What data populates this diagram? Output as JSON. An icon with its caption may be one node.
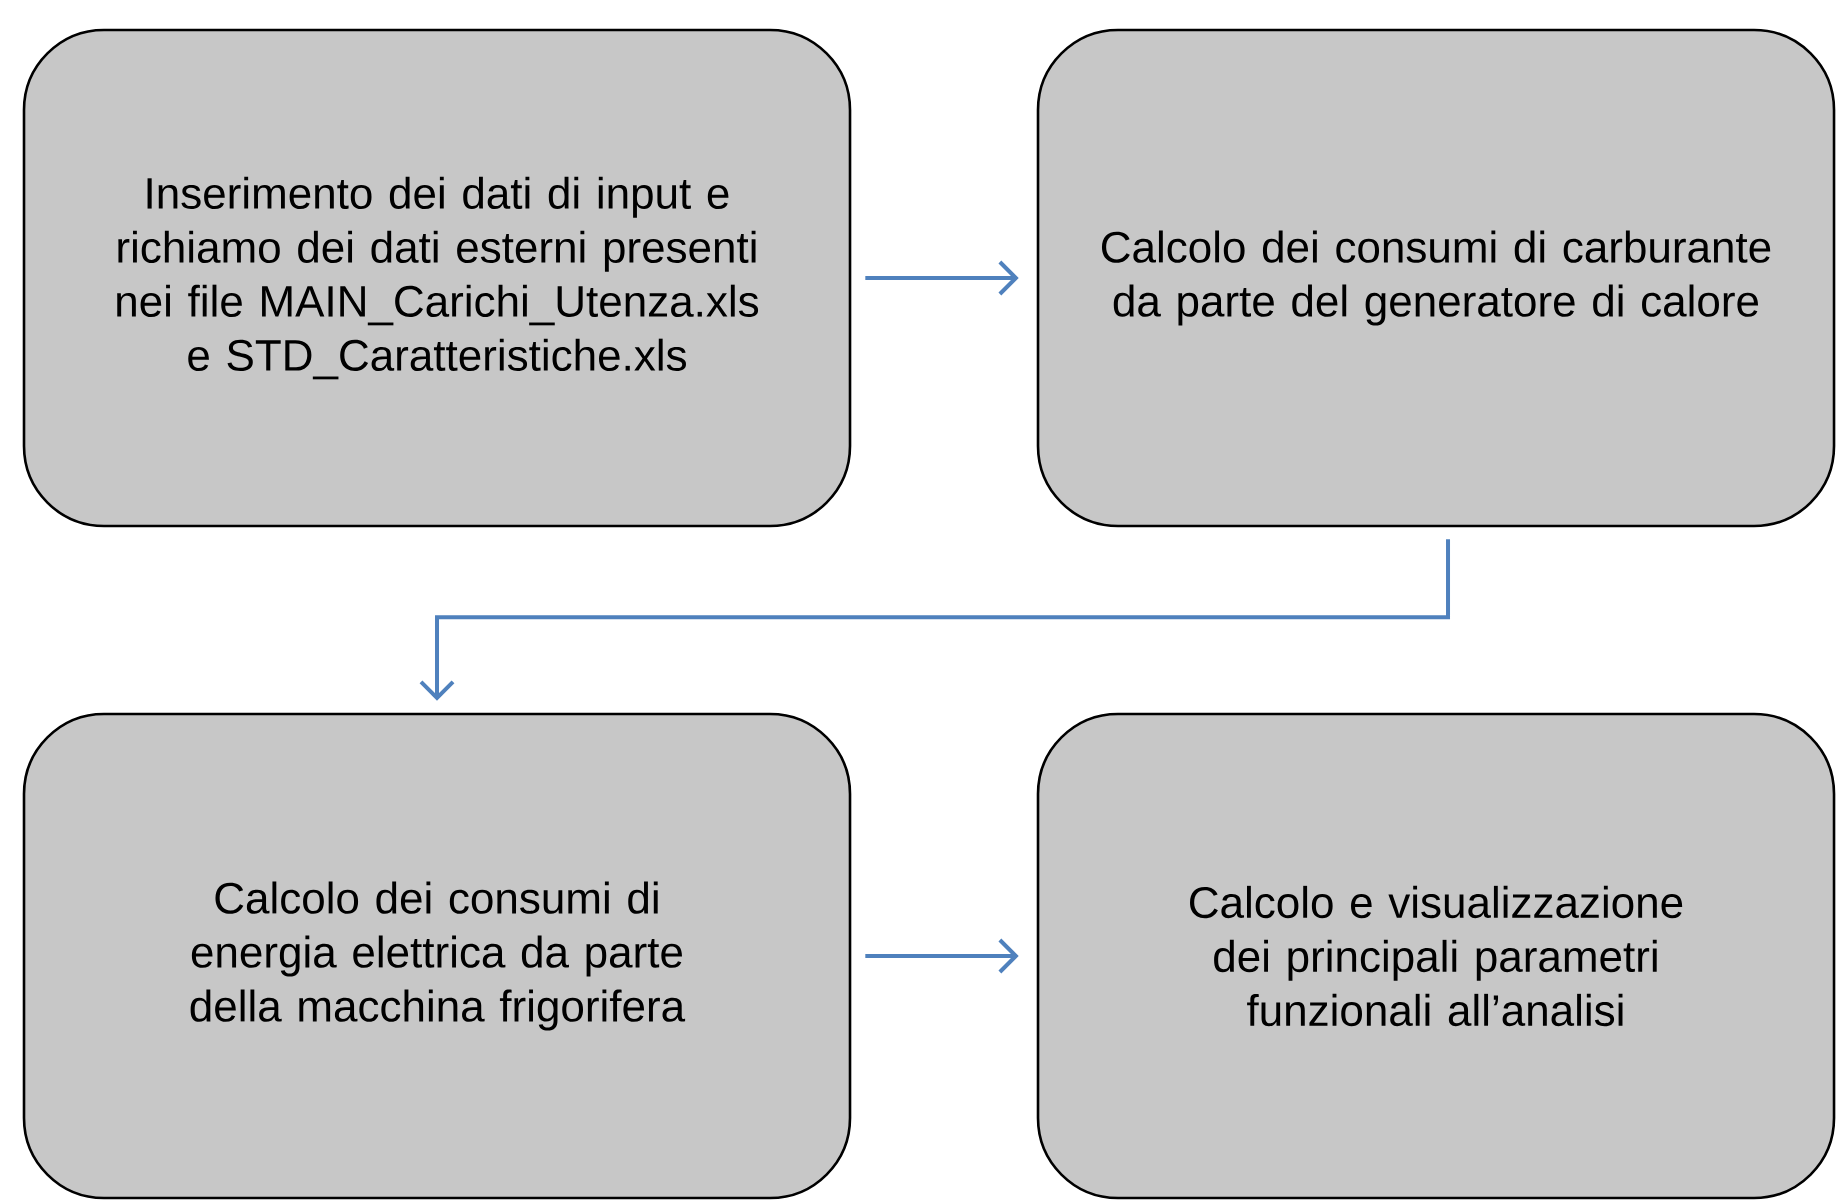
{
  "diagram": {
    "nodes": [
      {
        "text": [
          "Inserimento dei dati di input e richiamo dei dati esterni presenti nei file MAIN_Carichi_Utenza.xls e STD_Caratteristiche.xls"
        ]
      },
      {
        "text": [
          "Calcolo dei consumi di carburante da parte del generatore di calore"
        ]
      },
      {
        "text": [
          "Calcolo dei consumi di energia elettrica da parte della macchina frigorifera"
        ]
      },
      {
        "text": [
          "Calcolo e visualizzazione dei principali parametri funzionali all’analisi"
        ]
      }
    ],
    "edges": [
      {
        "from": 0,
        "to": 1,
        "arrow": "to"
      },
      {
        "from": 1,
        "to": 2,
        "arrow": "to"
      },
      {
        "from": 2,
        "to": 3,
        "arrow": "to"
      }
    ]
  }
}
